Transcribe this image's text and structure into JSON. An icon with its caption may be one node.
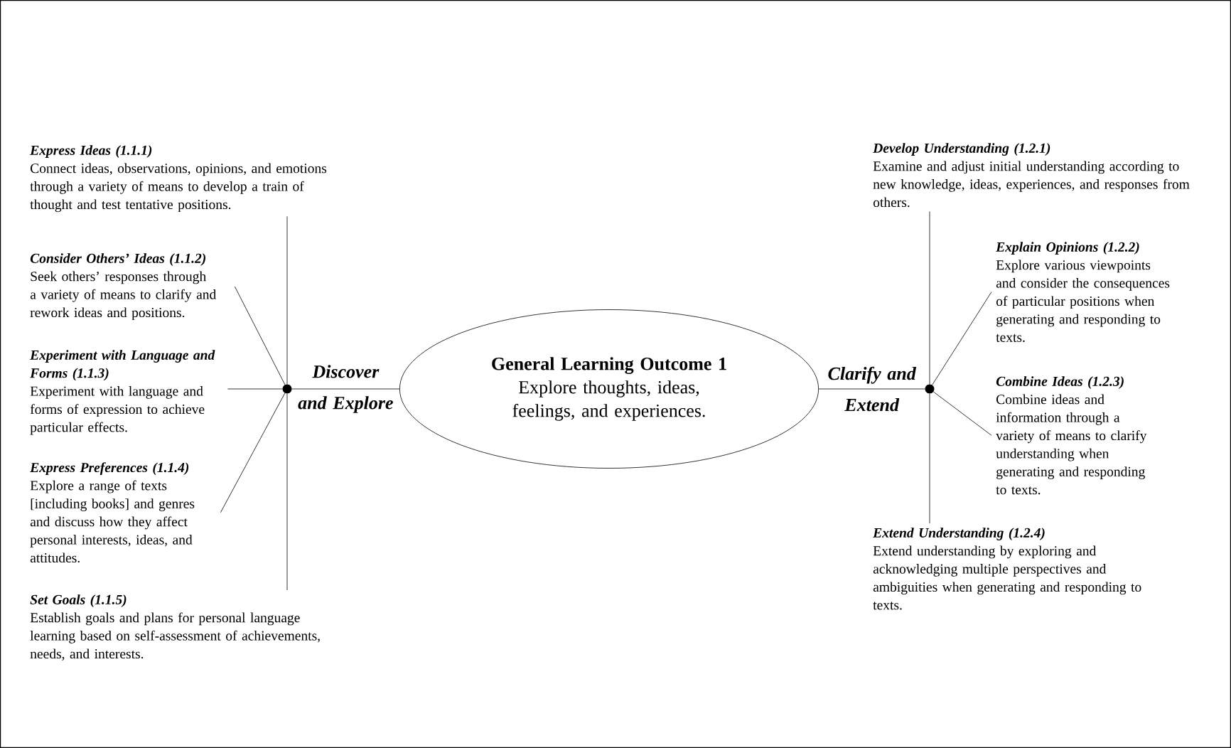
{
  "diagram": {
    "nodes": [
      {
        "text": [
          "General Learning Outcome 1",
          "Explore thoughts, ideas, feelings, and experiences."
        ]
      },
      {
        "text": [],
        "shape": "circle"
      },
      {
        "text": [],
        "shape": "circle"
      },
      {
        "text": [
          "Express Ideas (1.1.1)",
          "Connect ideas, observations, opinions, and emotions through a variety of means to develop a train of thought and test tentative positions."
        ]
      },
      {
        "text": [
          "Consider Others’ Ideas (1.1.2)",
          "Seek others’ responses through a variety of means to clarify and rework ideas and positions."
        ]
      },
      {
        "text": [
          "Experiment with Language and Forms (1.1.3)",
          "Experiment with language and forms of expression to achieve particular effects."
        ]
      },
      {
        "text": [
          "Express Preferences (1.1.4)",
          "Explore a range of texts [including books] and genres and discuss how they affect personal interests, ideas, and attitudes."
        ]
      },
      {
        "text": [
          "Set Goals (1.1.5)",
          "Establish goals and plans for personal language learning based on self-assessment of achievements, needs, and interests."
        ]
      },
      {
        "text": [
          "Develop Understanding (1.2.1)",
          "Examine and adjust initial understanding according to new knowledge, ideas, experiences, and responses from others."
        ]
      },
      {
        "text": [
          "Explain Opinions (1.2.2)",
          "Explore various viewpoints and consider the consequences of particular positions when generating and responding to texts."
        ]
      },
      {
        "text": [
          "Combine Ideas (1.2.3)",
          "Combine ideas and information through a variety of means to clarify understanding when generating and responding to texts."
        ]
      },
      {
        "text": [
          "Extend Understanding (1.2.4)",
          "Extend understanding by exploring and acknowledging multiple perspectives and ambiguities when generating and responding to texts."
        ]
      }
    ],
    "edges": [
      {
        "from": 1,
        "to": 0,
        "arrow": "none",
        "label": "Discover and Explore"
      },
      {
        "from": 0,
        "to": 2,
        "arrow": "none",
        "label": "Clarify and Extend"
      },
      {
        "from": 1,
        "to": 3,
        "arrow": "none"
      },
      {
        "from": 1,
        "to": 4,
        "arrow": "none"
      },
      {
        "from": 1,
        "to": 5,
        "arrow": "none"
      },
      {
        "from": 1,
        "to": 6,
        "arrow": "none"
      },
      {
        "from": 1,
        "to": 7,
        "arrow": "none"
      },
      {
        "from": 2,
        "to": 8,
        "arrow": "none"
      },
      {
        "from": 2,
        "to": 9,
        "arrow": "none"
      },
      {
        "from": 2,
        "to": 10,
        "arrow": "none"
      },
      {
        "from": 2,
        "to": 11,
        "arrow": "none"
      }
    ]
  }
}
